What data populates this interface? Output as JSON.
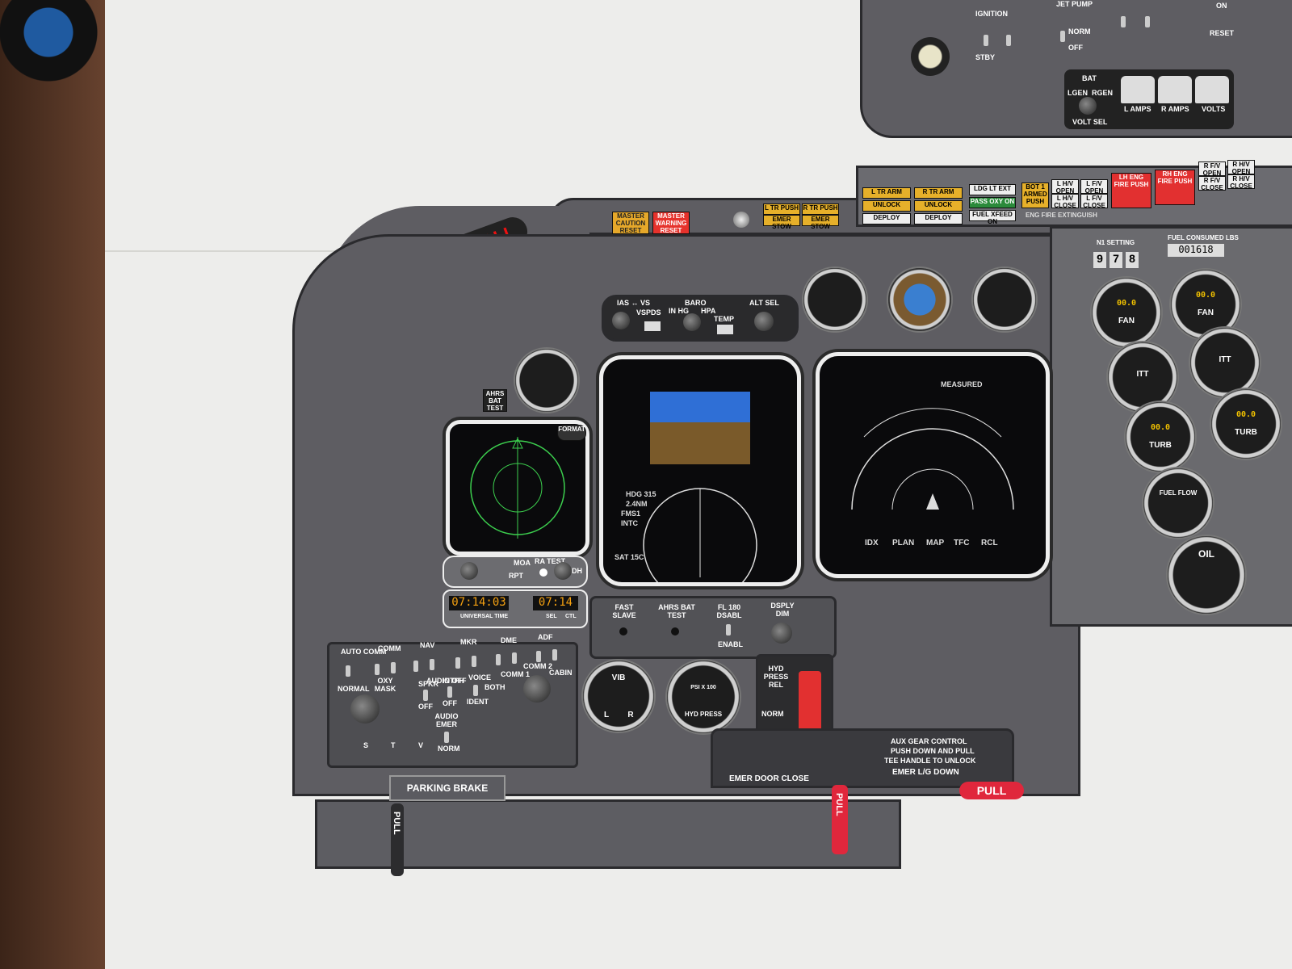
{
  "warnings": {
    "stall": "STALL",
    "master_caution": "MASTER CAUTION RESET",
    "master_warning": "MASTER WARNING RESET"
  },
  "annunciators": {
    "tr": [
      "L TR ARM",
      "R TR ARM",
      "UNLOCK",
      "UNLOCK",
      "DEPLOY",
      "DEPLOY"
    ],
    "tr_push": [
      "L TR PUSH",
      "R TR PUSH",
      "EMER STOW",
      "EMER STOW"
    ],
    "misc": [
      "LDG LT EXT",
      "PASS OXY ON",
      "FUEL XFEED ON"
    ],
    "bot_armed": "BOT 1 ARMED PUSH",
    "hv": [
      "L H/V OPEN",
      "L H/V CLOSE",
      "L F/V OPEN",
      "L F/V CLOSE",
      "R F/V OPEN",
      "R F/V CLOSE",
      "R H/V OPEN",
      "R H/V CLOSE"
    ],
    "eng_fire": [
      "LH ENG FIRE PUSH",
      "RH ENG FIRE PUSH"
    ],
    "eng_fire_label": "ENG FIRE EXTINGUISH"
  },
  "overhead": {
    "gauges": [
      "L AMPS",
      "R AMPS",
      "VOLTS"
    ],
    "volt_sel": "VOLT SEL",
    "bat": "BAT",
    "lgen": "LGEN",
    "rgen": "RGEN",
    "ignition": "IGNITION",
    "jet_pump": "JET PUMP",
    "norm": "NORM",
    "off": "OFF",
    "on": "ON",
    "stby": "STBY",
    "reset": "RESET"
  },
  "glareshield": {
    "ias_vs": "IAS ↔ VS",
    "vspds": "VSPDS",
    "baro": "BARO",
    "in_hg": "IN HG",
    "hpa": "HPA",
    "temp": "TEMP",
    "alt_sel": "ALT SEL"
  },
  "left": {
    "ahrs_bat_test": "AHRS BAT TEST",
    "format": "FORMAT",
    "moa": "MOA",
    "ra_test": "RA TEST",
    "rpt": "RPT",
    "dh": "DH",
    "clock_left": "07:14:03",
    "clock_right": "07:14",
    "universal_time": "UNIVERSAL TIME",
    "sel": "SEL",
    "ctl": "CTL"
  },
  "pfd": {
    "hdg": "HDG 315",
    "dist": "2.4NM",
    "fms": "FMS1",
    "intc": "INTC",
    "sat": "SAT 15C"
  },
  "mfd": {
    "menu": [
      "IDX",
      "PLAN",
      "MAP",
      "TFC",
      "RCL"
    ],
    "measured": "MEASURED"
  },
  "center_switches": [
    "FAST SLAVE",
    "AHRS BAT TEST",
    "FL 180 DSABL",
    "DSPLY DIM"
  ],
  "enabl": "ENABL",
  "lower_gauges": {
    "vib": "VIB",
    "l": "L",
    "r": "R",
    "hyd_press": "HYD PRESS",
    "psi": "PSI X 100"
  },
  "hyd_release": {
    "title": "HYD PRESS REL",
    "norm": "NORM"
  },
  "audio": {
    "columns": [
      "AUTO COMM",
      "COMM",
      "NAV",
      "MKR",
      "DME",
      "ADF"
    ],
    "audio_off": "AUDIO OFF",
    "normal": "NORMAL",
    "oxy_mask": "OXY MASK",
    "spkr": "SPKR",
    "intph": "INTPH",
    "voice": "VOICE",
    "both": "BOTH",
    "ident": "IDENT",
    "comm1": "COMM 1",
    "comm2": "COMM 2",
    "cabin": "CABIN",
    "audio_emer": "AUDIO EMER",
    "norm": "NORM",
    "off": "OFF",
    "s": "S",
    "t": "T",
    "v": "V"
  },
  "engine": {
    "n1_setting": "N1 SETTING",
    "n1_digits": [
      "9",
      "7",
      "8"
    ],
    "fuel_consumed": "FUEL CONSUMED LBS",
    "fuel_digits": "001618",
    "gauges": [
      "FAN",
      "FAN",
      "ITT",
      "ITT",
      "TURB",
      "TURB",
      "FUEL FLOW",
      "OIL"
    ],
    "digital": "00.0"
  },
  "placards": {
    "parking_brake": "PARKING BRAKE",
    "pull": "PULL",
    "emer_door_close": "EMER DOOR CLOSE",
    "aux_gear": [
      "AUX GEAR CONTROL",
      "PUSH DOWN AND PULL",
      "TEE HANDLE TO UNLOCK",
      "EMER L/G DOWN"
    ]
  }
}
